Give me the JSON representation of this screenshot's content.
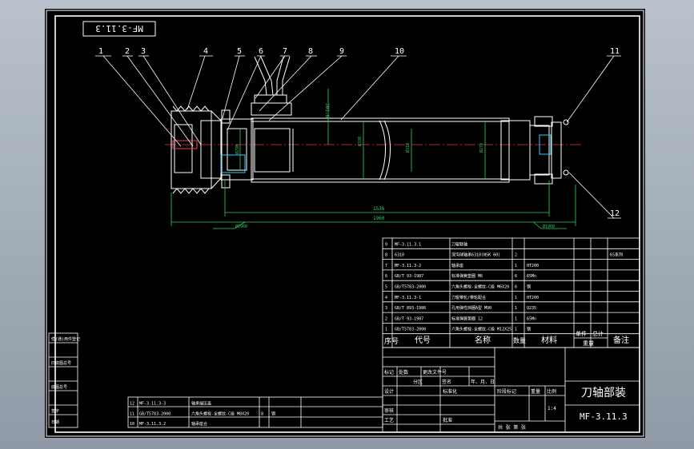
{
  "drawing": {
    "title": "刀轴部装",
    "number": "MF-3.11.3",
    "number_mirror": "MF-3.11.3",
    "scale": "1:4",
    "total_sheets_label": "共 张 第 张",
    "tech_req": "标准化"
  },
  "balloons": [
    "1",
    "2",
    "3",
    "4",
    "5",
    "6",
    "7",
    "8",
    "9",
    "10",
    "11",
    "12"
  ],
  "dimensions": {
    "length_total": "1960",
    "length_body": "1536",
    "height_top": "301.6",
    "dia_left": "Ø330",
    "dia_mid": "Ø310",
    "dia_inner": "Ø290",
    "dia_right": "Ø270",
    "hub_left": "Ø1960",
    "hub_right": "Ø1960"
  },
  "bom_rows": [
    {
      "no": "9",
      "code": "MF-3.11.3.1",
      "name": "刀辊联轴",
      "qty": "",
      "material": "",
      "note": ""
    },
    {
      "no": "8",
      "code": "6310",
      "name": "深沟球轴承6310(NSK 60)",
      "qty": "2",
      "material": "",
      "note": "6S系列"
    },
    {
      "no": "7",
      "code": "MF-3.11.3-2",
      "name": "轴承座",
      "qty": "1",
      "material": "HT200",
      "note": ""
    },
    {
      "no": "6",
      "code": "GB/T 93-1987",
      "name": "标准弹簧垫圈 M6",
      "qty": "6",
      "material": "65Mn",
      "note": ""
    },
    {
      "no": "5",
      "code": "GB/T5783-2000",
      "name": "六角头螺栓-全螺纹-C级 M6X20",
      "qty": "6",
      "material": "钢",
      "note": ""
    },
    {
      "no": "4",
      "code": "MF-3.11.3-1",
      "name": "刀辊带轮/带轮配合",
      "qty": "1",
      "material": "HT200",
      "note": ""
    },
    {
      "no": "3",
      "code": "GB/T 893-1986",
      "name": "孔用弹性挡圈A型 M90",
      "qty": "1",
      "material": "Q235",
      "note": ""
    },
    {
      "no": "2",
      "code": "GB/T 93-1987",
      "name": "标准弹簧垫圈 12",
      "qty": "1",
      "material": "65Mn",
      "note": ""
    },
    {
      "no": "1",
      "code": "GB/T5783-2000",
      "name": "六角头螺栓-全螺纹-C级 M12X25",
      "qty": "1",
      "material": "钢",
      "note": ""
    }
  ],
  "bom_header": {
    "no": "序号",
    "code": "代号",
    "name": "名称",
    "qty": "数量",
    "material": "材料",
    "unit_weight": "单件",
    "total_weight": "总计",
    "weight": "重量",
    "note": "备注"
  },
  "left_rows": [
    {
      "no": "12",
      "code": "MF-3.11.3-3",
      "name": "轴承端压盖",
      "qty": "",
      "material": ""
    },
    {
      "no": "11",
      "code": "GB/T5783-2000",
      "name": "六角头螺栓-全螺纹-C级 M8X20",
      "qty": "8",
      "material": "钢"
    },
    {
      "no": "10",
      "code": "MF-3.11.3.2",
      "name": "轴承座合",
      "qty": "",
      "material": ""
    }
  ],
  "title_block": {
    "marks": "标记",
    "count": "处数",
    "zone": "分区",
    "change_doc": "更改文件号",
    "signature": "签名",
    "date": "年、月、日",
    "design": "设计",
    "standardize": "标准化",
    "check": "审核",
    "process": "工艺",
    "approve": "批准",
    "stage": "阶段标记",
    "weight": "重量",
    "ratio": "比例"
  },
  "side_labels": [
    "借(通)用件登记",
    "旧底图总号",
    "底图总号",
    "签字",
    "日期"
  ]
}
